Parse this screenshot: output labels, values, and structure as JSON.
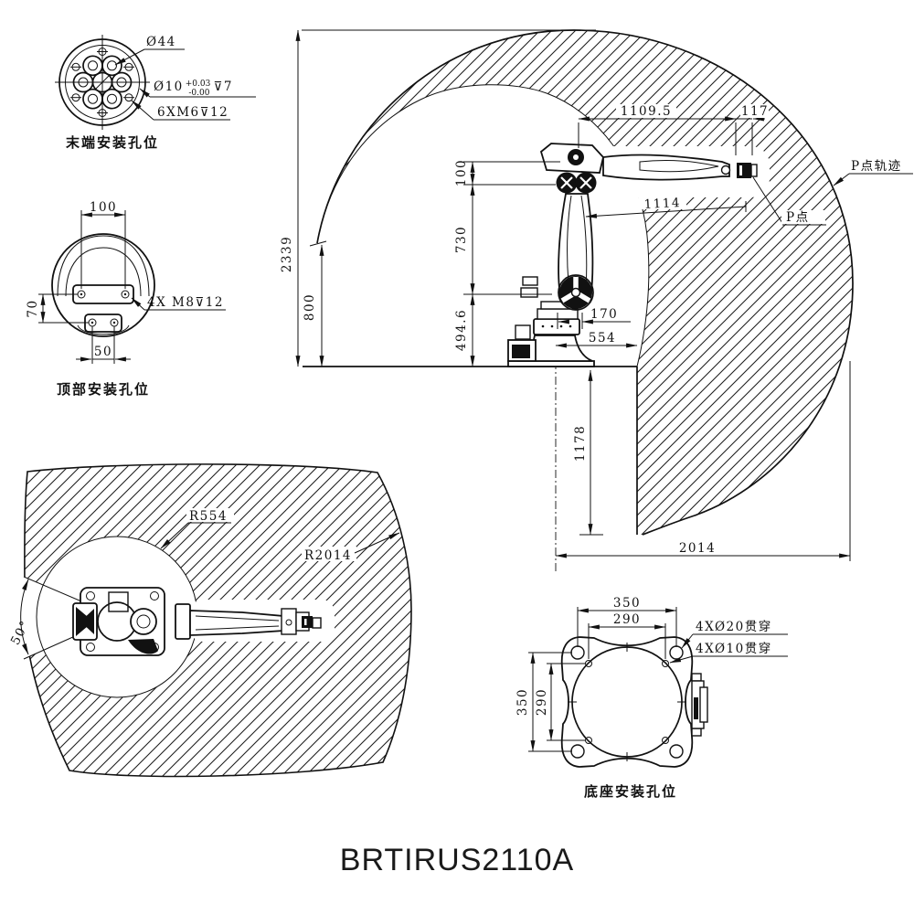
{
  "title": "BRTIRUS2110A",
  "flange_detail": {
    "caption": "末端安装孔位",
    "bolt_circle_dia": "Ø44",
    "hole_dia": "Ø10",
    "tol_upper": "+0.03",
    "tol_lower": "-0.00",
    "hole_depth": "⊽7",
    "thread_spec": "6XM6⊽12"
  },
  "top_mount_detail": {
    "caption": "顶部安装孔位",
    "width": "100",
    "height": "70",
    "bottom_width": "50",
    "thread_spec": "4X M8⊽12"
  },
  "side_view": {
    "total_height": "2339",
    "base_height": "800",
    "wrist_offset": "100",
    "upper_arm": "730",
    "shoulder_height": "494.6",
    "joint_offset": "170",
    "min_radius": "554",
    "reach_top": "1109.5",
    "flange_offset": "117",
    "arm_reach": "1114",
    "below_depth": "1178",
    "max_radius": "2014",
    "p_point": "P点",
    "p_trajectory": "P点轨迹"
  },
  "top_view": {
    "inner_radius": "R554",
    "outer_radius": "R2014",
    "dead_angle": "50°"
  },
  "base_view": {
    "caption": "底座安装孔位",
    "outer_width": "350",
    "inner_width": "290",
    "outer_height": "350",
    "inner_height": "290",
    "through_hole_20": "4XØ20贯穿",
    "through_hole_10": "4XØ10贯穿"
  }
}
